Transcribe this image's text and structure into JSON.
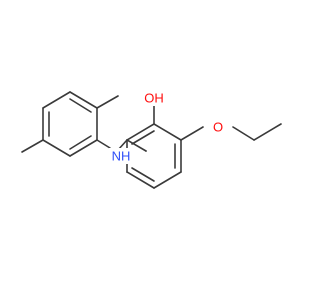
{
  "molecule": {
    "atoms": {
      "hydroxyl": {
        "label": "OH",
        "color": "#ff0d0d"
      },
      "ether_oxygen": {
        "label": "O",
        "color": "#ff0d0d"
      },
      "amine": {
        "label": "NH",
        "color": "#3050f8"
      }
    },
    "bond_color": "#3a3a3a"
  }
}
